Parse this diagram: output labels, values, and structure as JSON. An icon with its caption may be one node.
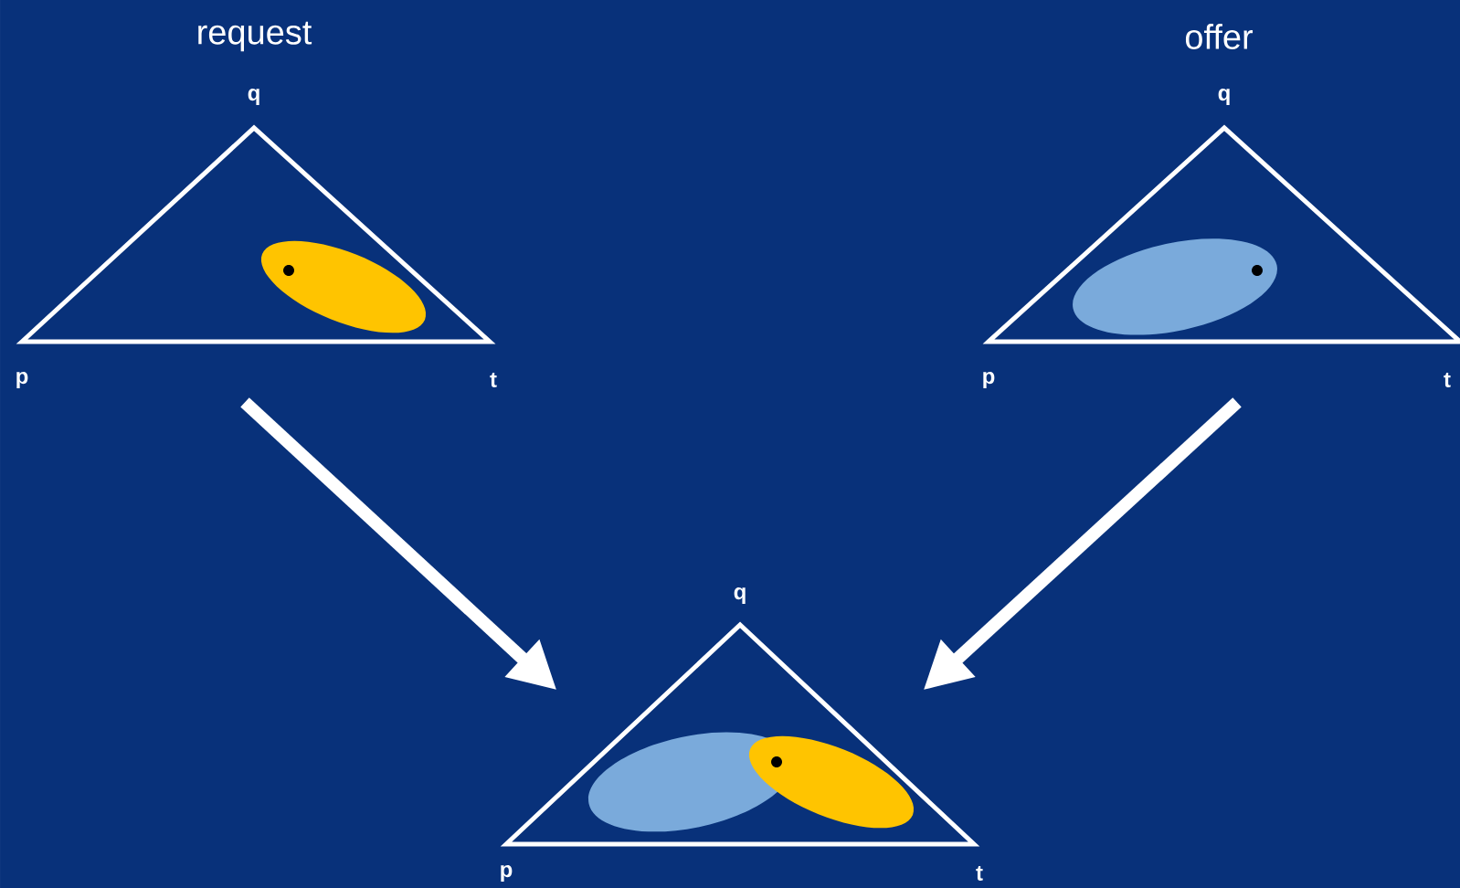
{
  "diagram": {
    "nodes": [
      {
        "text": [
          "request"
        ]
      },
      {
        "text": [
          "offer"
        ]
      },
      {
        "text": [],
        "shape": "triangle"
      }
    ],
    "edges": [
      {
        "from": 0,
        "to": 2,
        "arrow": "to"
      },
      {
        "from": 1,
        "to": 2,
        "arrow": "to"
      }
    ],
    "labels": [
      "q",
      "q",
      "p",
      "t",
      "p",
      "t",
      "q",
      "p",
      "t"
    ]
  }
}
